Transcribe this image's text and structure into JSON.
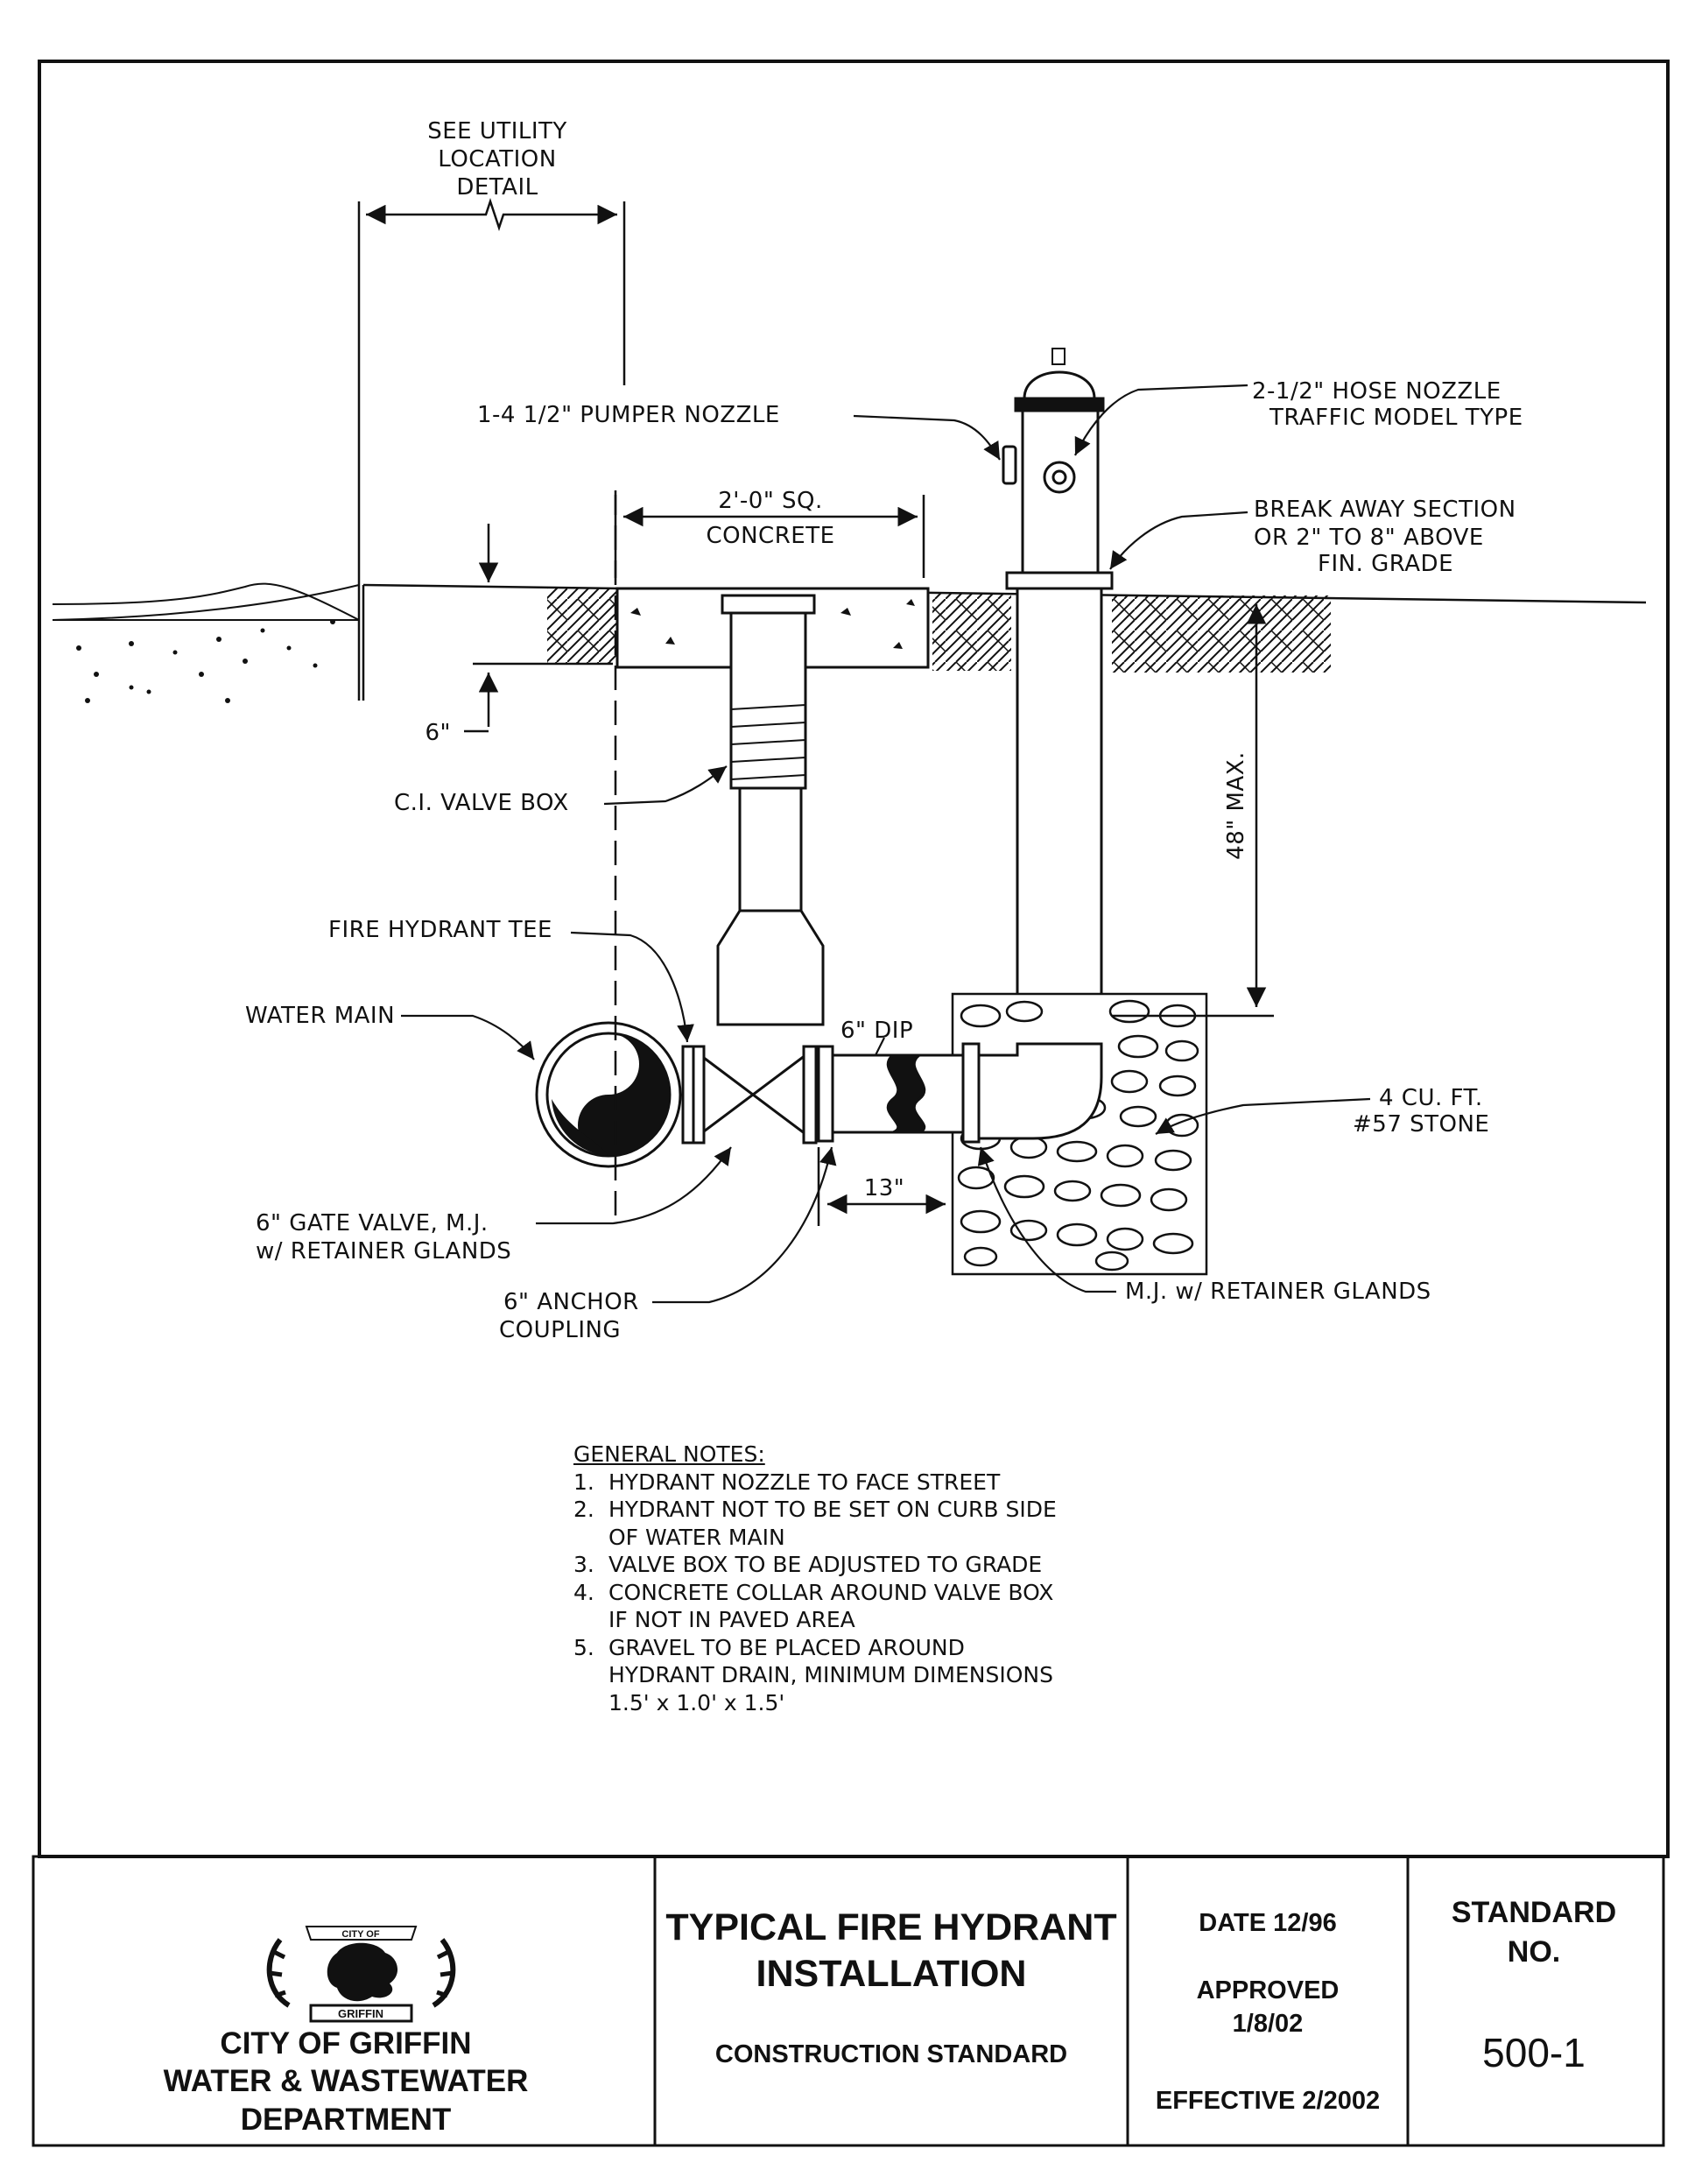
{
  "labels": {
    "utility_line1": "SEE UTILITY",
    "utility_line2": "LOCATION",
    "utility_line3": "DETAIL",
    "pumper_nozzle": "1-4 1/2\" PUMPER NOZZLE",
    "hose_nozzle_line1": "2-1/2\" HOSE NOZZLE",
    "hose_nozzle_line2": "TRAFFIC MODEL TYPE",
    "concrete_line1": "2'-0\" SQ.",
    "concrete_line2": "CONCRETE",
    "breakaway_line1": "BREAK AWAY SECTION",
    "breakaway_line2": "OR 2\" TO 8\" ABOVE",
    "breakaway_line3": "FIN. GRADE",
    "six_inch": "6\"",
    "valve_box": "C.I. VALVE BOX",
    "depth": "48\" MAX.",
    "hydrant_tee": "FIRE HYDRANT TEE",
    "water_main": "WATER MAIN",
    "dip": "6\" DIP",
    "stone_line1": "4 CU. FT.",
    "stone_line2": "#57 STONE",
    "thirteen": "13\"",
    "gate_valve_line1": "6\" GATE VALVE, M.J.",
    "gate_valve_line2": "w/ RETAINER GLANDS",
    "anchor_line1": "6\" ANCHOR",
    "anchor_line2": "COUPLING",
    "mj_retainer": "M.J. w/  RETAINER GLANDS"
  },
  "general_notes": {
    "heading": "GENERAL NOTES:",
    "items": [
      {
        "num": "1.",
        "text": "HYDRANT NOZZLE TO FACE STREET"
      },
      {
        "num": "2.",
        "text": "HYDRANT NOT TO BE SET ON CURB SIDE OF WATER MAIN"
      },
      {
        "num": "3.",
        "text": "VALVE BOX TO BE ADJUSTED TO GRADE"
      },
      {
        "num": "4.",
        "text": "CONCRETE COLLAR AROUND VALVE BOX IF NOT IN PAVED AREA"
      },
      {
        "num": "5.",
        "text": "GRAVEL TO BE PLACED AROUND HYDRANT DRAIN, MINIMUM DIMENSIONS 1.5' x 1.0' x 1.5'"
      }
    ]
  },
  "title_block": {
    "seal_top": "CITY OF",
    "seal_banner": "GRIFFIN",
    "org_line1": "CITY OF GRIFFIN",
    "org_line2": "WATER & WASTEWATER",
    "org_line3": "DEPARTMENT",
    "title_line1": "TYPICAL FIRE HYDRANT",
    "title_line2": "INSTALLATION",
    "subtitle": "CONSTRUCTION STANDARD",
    "date": "DATE 12/96",
    "approved_line1": "APPROVED",
    "approved_line2": "1/8/02",
    "effective": "EFFECTIVE 2/2002",
    "standard_line1": "STANDARD",
    "standard_line2": "NO.",
    "standard_number": "500-1"
  }
}
